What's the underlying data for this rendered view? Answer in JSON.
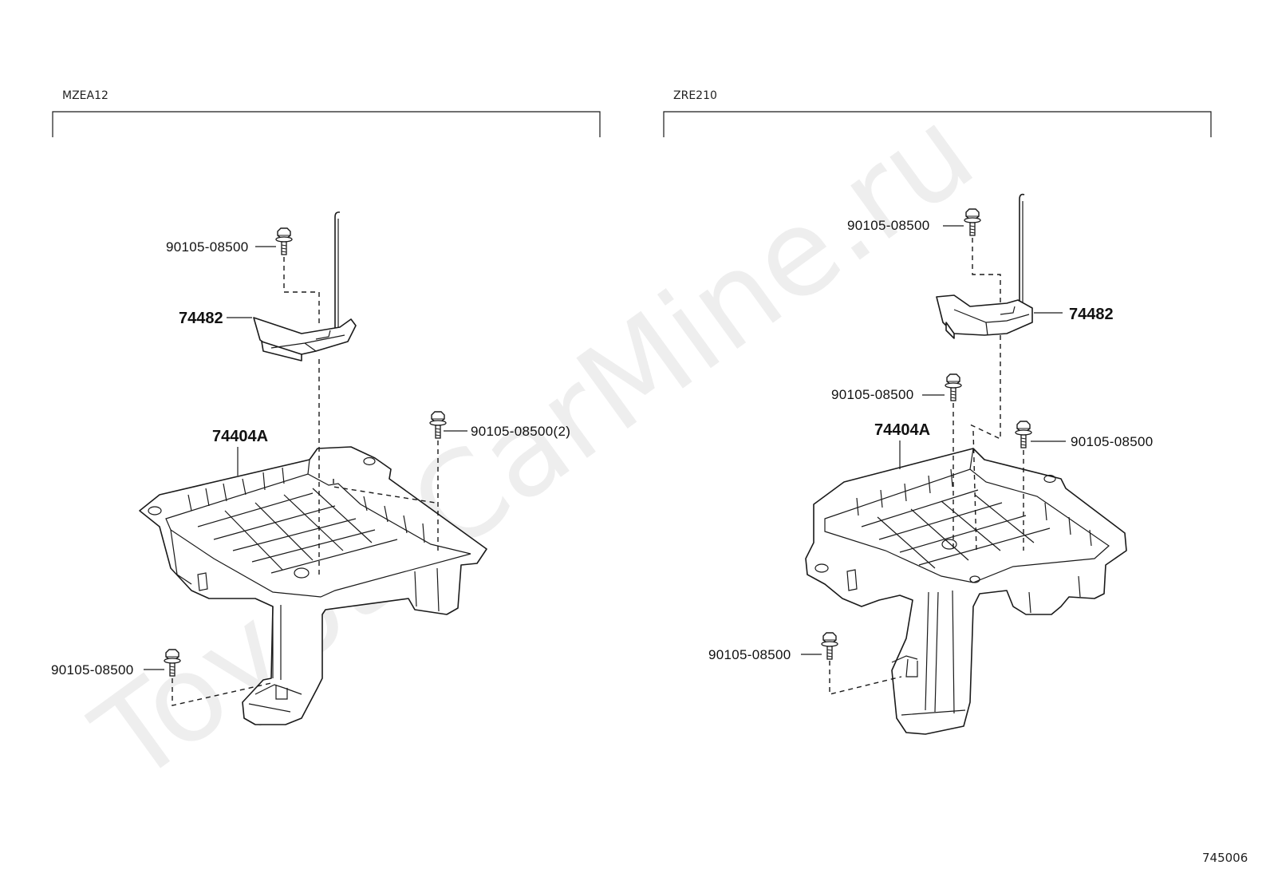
{
  "watermark": "ToyotaCarMine.ru",
  "figure_number": "745006",
  "left_panel": {
    "variant_label": "MZEA12",
    "callouts": {
      "bolt_top": "90105-08500",
      "clamp": "74482",
      "tray": "74404A",
      "bolt_right": "90105-08500(2)",
      "bolt_bottom": "90105-08500"
    }
  },
  "right_panel": {
    "variant_label": "ZRE210",
    "callouts": {
      "bolt_top": "90105-08500",
      "clamp": "74482",
      "bolt_mid": "90105-08500",
      "tray": "74404A",
      "bolt_right": "90105-08500",
      "bolt_bottom": "90105-08500"
    }
  }
}
